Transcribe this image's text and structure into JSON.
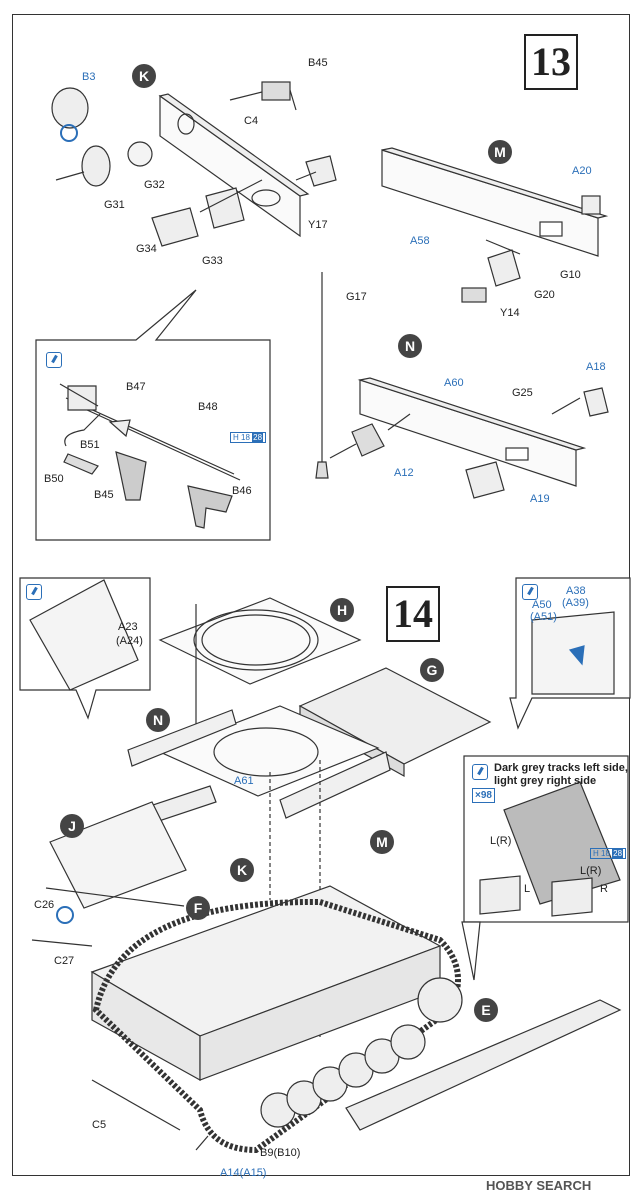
{
  "steps": {
    "step13": "13",
    "step14": "14"
  },
  "subassemblies": [
    "K",
    "M",
    "N",
    "H",
    "G",
    "N",
    "J",
    "K",
    "M",
    "F",
    "E"
  ],
  "parts13": {
    "b3": "B3",
    "b45": "B45",
    "c4": "C4",
    "g32": "G32",
    "g31": "G31",
    "g34": "G34",
    "g33": "G33",
    "y17": "Y17",
    "a20": "A20",
    "a58": "A58",
    "g10": "G10",
    "g20": "G20",
    "y14": "Y14",
    "g17": "G17",
    "a18": "A18",
    "a60": "A60",
    "g25": "G25",
    "a12": "A12",
    "a19": "A19"
  },
  "callout1": {
    "b47": "B47",
    "b48": "B48",
    "b51": "B51",
    "b50": "B50",
    "b45": "B45",
    "b46": "B46",
    "color_h": "H",
    "color_code": "18",
    "color_num": "28"
  },
  "parts14": {
    "a23": "A23",
    "a24": "(A24)",
    "a61": "A61",
    "c26": "C26",
    "c27": "C27",
    "c5": "C5",
    "b9": "B9(B10)",
    "a14": "A14(A15)",
    "a38": "A38",
    "a39": "(A39)",
    "a50": "A50",
    "a51": "(A51)"
  },
  "tracks": {
    "note_line1": "Dark grey tracks left side,",
    "note_line2": "light grey right side",
    "multiplier": "×98",
    "lr1": "L(R)",
    "lr2": "L(R)",
    "l": "L",
    "r": "R",
    "color_h": "H",
    "color_code": "18",
    "color_num": "28"
  },
  "watermark": "HOBBY SEARCH",
  "colors": {
    "paint_blue": "#2b6fb8",
    "line": "#333333",
    "circle_fill": "#444444"
  },
  "icons": [
    "note-icon",
    "glue-icon",
    "arrow-icon"
  ]
}
